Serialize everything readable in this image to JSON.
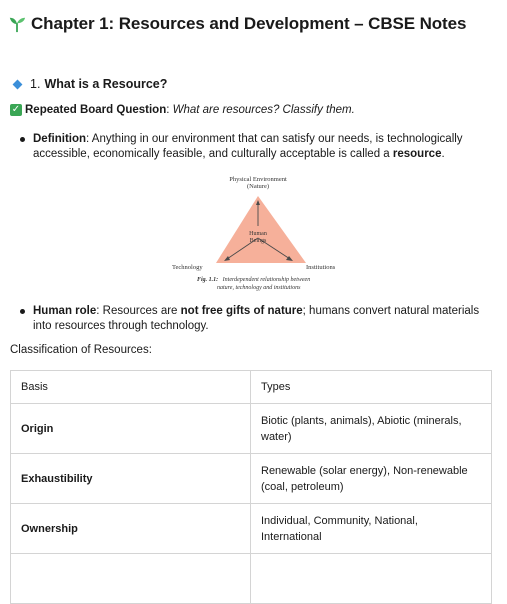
{
  "title": "Chapter 1: Resources and Development – CBSE Notes",
  "section": {
    "number": "1.",
    "heading": "What is a Resource?"
  },
  "board_question": {
    "label": "Repeated Board Question",
    "separator": ":",
    "text": "What are resources? Classify them."
  },
  "definition": {
    "term": "Definition",
    "text": ": Anything in our environment that can satisfy our needs, is technologically accessible, economically feasible, and culturally acceptable is called a ",
    "keyword": "resource",
    "end": "."
  },
  "figure": {
    "top_label_1": "Physical Environment",
    "top_label_2": "(Nature)",
    "center_1": "Human",
    "center_2": "Beings",
    "left_label": "Technology",
    "right_label": "Institutions",
    "caption_num": "Fig. 1.1:",
    "caption_1": "Interdependent relationship between",
    "caption_2": "nature, technology and institutions",
    "fill_color": "#f6b09a"
  },
  "human_role": {
    "term": "Human role",
    "text_1": ": Resources are ",
    "emph": "not free gifts of nature",
    "text_2": "; humans convert natural materials into resources through technology."
  },
  "classification_label": "Classification of Resources:",
  "table": {
    "header": [
      "Basis",
      "Types"
    ],
    "rows": [
      {
        "basis": "Origin",
        "types": "Biotic (plants, animals), Abiotic (minerals, water)"
      },
      {
        "basis": "Exhaustibility",
        "types": "Renewable (solar energy), Non-renewable (coal, petroleum)"
      },
      {
        "basis": "Ownership",
        "types": "Individual, Community, National, International"
      }
    ]
  }
}
